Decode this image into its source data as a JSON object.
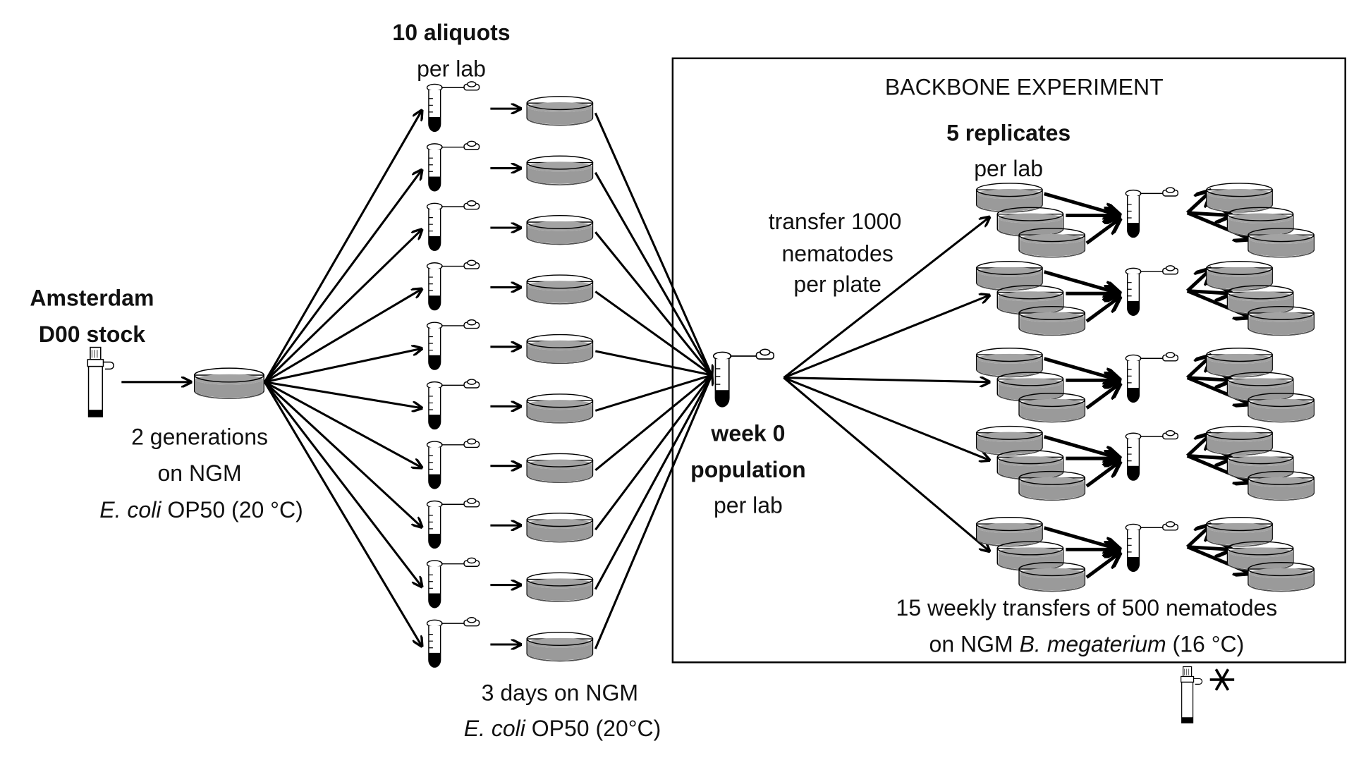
{
  "aliquots": {
    "title": "10 aliquots",
    "subtitle": "per lab",
    "count": 10
  },
  "stock": {
    "line1": "Amsterdam",
    "line2": "D00 stock"
  },
  "stock_culture": {
    "line1": "2 generations",
    "line2": "on NGM",
    "organism": "E. coli",
    "condition": " OP50 (20 °C)"
  },
  "aliquot_culture": {
    "line1": "3 days on NGM",
    "organism": "E. coli",
    "condition": " OP50 (20°C)"
  },
  "week0": {
    "line1": "week 0",
    "line2": "population",
    "line3": "per lab"
  },
  "transfer": {
    "line1": "transfer 1000",
    "line2": "nematodes",
    "line3": "per plate"
  },
  "backbone": {
    "title": "BACKBONE EXPERIMENT",
    "replicates": "5 replicates",
    "replicates_sub": "per lab",
    "replicate_count": 5,
    "footer1": "15 weekly transfers of 500 nematodes",
    "footer2_pre": "on NGM ",
    "footer2_organism": "B. megaterium",
    "footer2_post": " (16 °C)"
  },
  "icons": [
    "cryo-tube-icon",
    "petri-dish-icon",
    "eppendorf-tube-icon",
    "snowflake-icon",
    "arrow-icon"
  ],
  "colors": {
    "medium": "#9a9a9a",
    "ink": "#000000"
  }
}
